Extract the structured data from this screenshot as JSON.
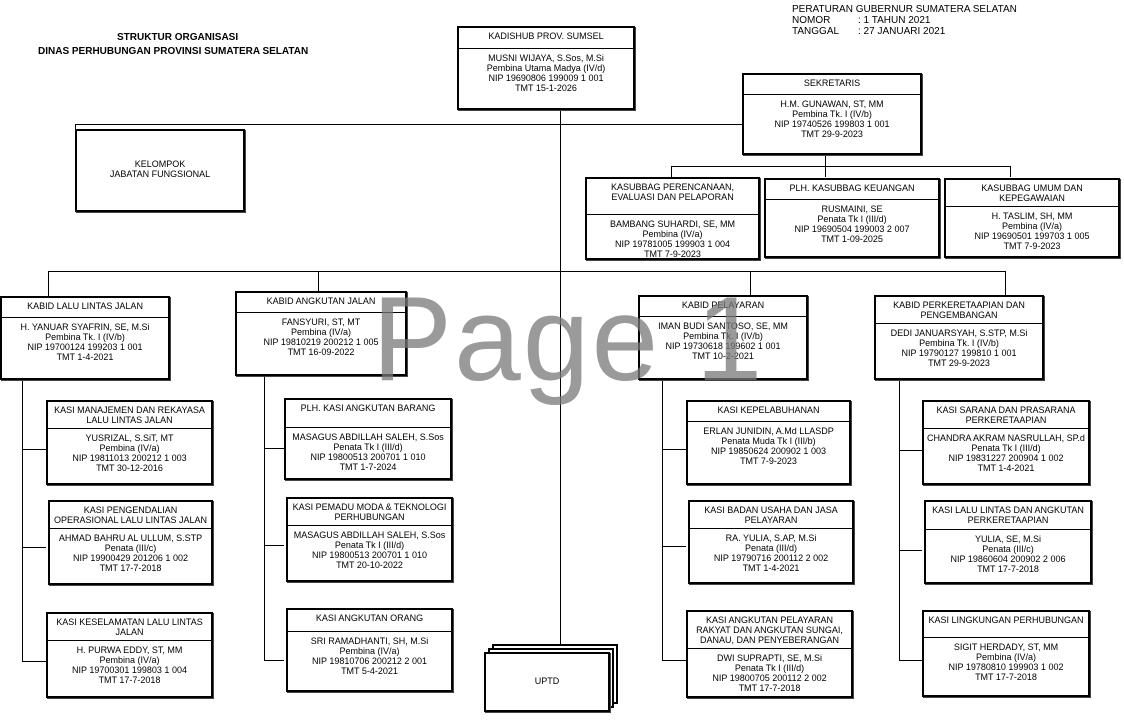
{
  "header": {
    "title": "STRUKTUR ORGANISASI",
    "subtitle": "DINAS PERHUBUNGAN  PROVINSI SUMATERA SELATAN",
    "regulation": "PERATURAN GUBERNUR SUMATERA SELATAN",
    "nomor_label": "NOMOR",
    "nomor_value": ":  1 TAHUN 2021",
    "tanggal_label": "TANGGAL",
    "tanggal_value": ":  27 JANUARI 2021"
  },
  "watermark": "Page 1",
  "units": {
    "kadishub": {
      "title": "KADISHUB PROV. SUMSEL",
      "lines": [
        "MUSNI WIJAYA, S.Sos, M.Si",
        "Pembina Utama Madya (IV/d)",
        "NIP  19690806 199009 1 001",
        "TMT  15-1-2026"
      ]
    },
    "sekretaris": {
      "title": "SEKRETARIS",
      "lines": [
        "H.M. GUNAWAN, ST, MM",
        "Pembina Tk. I (IV/b)",
        "NIP  19740526 199803 1 001",
        "TMT  29-9-2023"
      ]
    },
    "fungsional": {
      "title": "",
      "lines": [
        "KELOMPOK",
        "JABATAN FUNGSIONAL"
      ]
    },
    "perencanaan": {
      "title": "KASUBBAG PERENCANAAN, EVALUASI DAN PELAPORAN",
      "lines": [
        "BAMBANG SUHARDI, SE, MM",
        "Pembina (IV/a)",
        "NIP  19781005 199903 1 004",
        "TMT  7-9-2023"
      ]
    },
    "keuangan": {
      "title": "PLH. KASUBBAG KEUANGAN",
      "lines": [
        "RUSMAINI, SE",
        "Penata Tk I (III/d)",
        "NIP  19690504 199003 2 007",
        "TMT  1-09-2025"
      ]
    },
    "umum": {
      "title": "KASUBBAG UMUM DAN KEPEGAWAIAN",
      "lines": [
        "H. TASLIM, SH, MM",
        "Pembina (IV/a)",
        "NIP  19690501 199703 1 005",
        "TMT  7-9-2023"
      ]
    },
    "kabid_llaj": {
      "title": "KABID LALU LINTAS JALAN",
      "lines": [
        "H. YANUAR SYAFRIN, SE, M.Si",
        "Pembina  Tk. I (IV/b)",
        "NIP  19700124 199203 1 001",
        "TMT  1-4-2021"
      ]
    },
    "kasi_mrllaj": {
      "title": "KASI MANAJEMEN DAN REKAYASA LALU LINTAS JALAN",
      "lines": [
        "YUSRIZAL, S.SiT, MT",
        "Pembina (IV/a)",
        "NIP  19811013 200212 1 003",
        "TMT  30-12-2016"
      ]
    },
    "kasi_pollaj": {
      "title": "KASI PENGENDALIAN OPERASIONAL LALU LINTAS JALAN",
      "lines": [
        "AHMAD BAHRU AL ULLUM, S.STP",
        "Penata (III/c)",
        "NIP  19900429 201206 1 002",
        "TMT  17-7-2018"
      ]
    },
    "kasi_kllaj": {
      "title": "KASI KESELAMATAN LALU LINTAS JALAN",
      "lines": [
        "H. PURWA EDDY, ST, MM",
        "Pembina  (IV/a)",
        "NIP  19700301 199803 1 004",
        "TMT  17-7-2018"
      ]
    },
    "kabid_aj": {
      "title": "KABID ANGKUTAN JALAN",
      "lines": [
        "FANSYURI, ST, MT",
        "Pembina (IV/a)",
        "NIP   19810219 200212 1 005",
        "TMT  16-09-2022"
      ]
    },
    "kasi_ab": {
      "title": "PLH. KASI ANGKUTAN BARANG",
      "lines": [
        "MASAGUS ABDILLAH SALEH, S.Sos",
        "Penata Tk I (III/d)",
        "NIP   19800513 200701 1 010",
        "TMT  1-7-2024"
      ]
    },
    "kasi_pm": {
      "title": "KASI PEMADU MODA & TEKNOLOGI PERHUBUNGAN",
      "lines": [
        "MASAGUS ABDILLAH SALEH, S.Sos",
        "Penata Tk I (III/d)",
        "NIP   19800513 200701 1 010",
        "TMT  20-10-2022"
      ]
    },
    "kasi_ao": {
      "title": "KASI ANGKUTAN ORANG",
      "lines": [
        "SRI RAMADHANTI, SH, M.Si",
        "Pembina (IV/a)",
        "NIP   19810706 200212 2 001",
        "TMT  5-4-2021"
      ]
    },
    "kabid_pel": {
      "title": "KABID PELAYARAN",
      "lines": [
        "IMAN BUDI SANTOSO, SE, MM",
        "Pembina Tk. I (IV/b)",
        "NIP  19730618 199602 1 001",
        "TMT  10-2-2021"
      ]
    },
    "kasi_kep": {
      "title": "KASI KEPELABUHANAN",
      "lines": [
        "ERLAN JUNIDIN, A.Md LLASDP",
        "Penata Muda Tk I  (III/b)",
        "NIP   19850624 200902 1 003",
        "TMT  7-9-2023"
      ]
    },
    "kasi_bu": {
      "title": "KASI BADAN USAHA DAN JASA PELAYARAN",
      "lines": [
        "RA. YULIA, S.AP, M.Si",
        "Penata  (III/d)",
        "NIP  19790716 200112 2 002",
        "TMT  1-4-2021"
      ]
    },
    "kasi_asdp": {
      "title": "KASI ANGKUTAN PELAYARAN RAKYAT DAN ANGKUTAN SUNGAI, DANAU, DAN PENYEBERANGAN",
      "lines": [
        "DWI SUPRAPTI, SE, M.Si",
        "Penata Tk I  (III/d)",
        "NIP  19800705 200112 2 002",
        "TMT  17-7-2018"
      ]
    },
    "kabid_ka": {
      "title": "KABID PERKERETAAPIAN DAN PENGEMBANGAN",
      "lines": [
        "DEDI JANUARSYAH, S.STP, M.Si",
        "Pembina Tk. I (IV/b)",
        "NIP  19790127 199810 1 001",
        "TMT  29-9-2023"
      ]
    },
    "kasi_sp": {
      "title": "KASI  SARANA DAN PRASARANA PERKERETAAPIAN",
      "lines": [
        "CHANDRA AKRAM NASRULLAH, SP.d",
        "Penata  Tk I (III/d)",
        "NIP   19831227 200904 1 002",
        "TMT  1-4-2021"
      ]
    },
    "kasi_llka": {
      "title": "KASI LALU LINTAS DAN ANGKUTAN PERKERETAAPIAN",
      "lines": [
        "YULIA,  SE, M.Si",
        "Penata (III/c)",
        "NIP  19860604 200902 2 006",
        "TMT  17-7-2018"
      ]
    },
    "kasi_lp": {
      "title": "KASI LINGKUNGAN PERHUBUNGAN",
      "lines": [
        "SIGIT HERDADY, ST, MM",
        "Pembina (IV/a)",
        "NIP   19780810 199903 1 002",
        "TMT   17-7-2018"
      ]
    },
    "uptd": {
      "title": "",
      "lines": [
        "UPTD"
      ]
    }
  }
}
